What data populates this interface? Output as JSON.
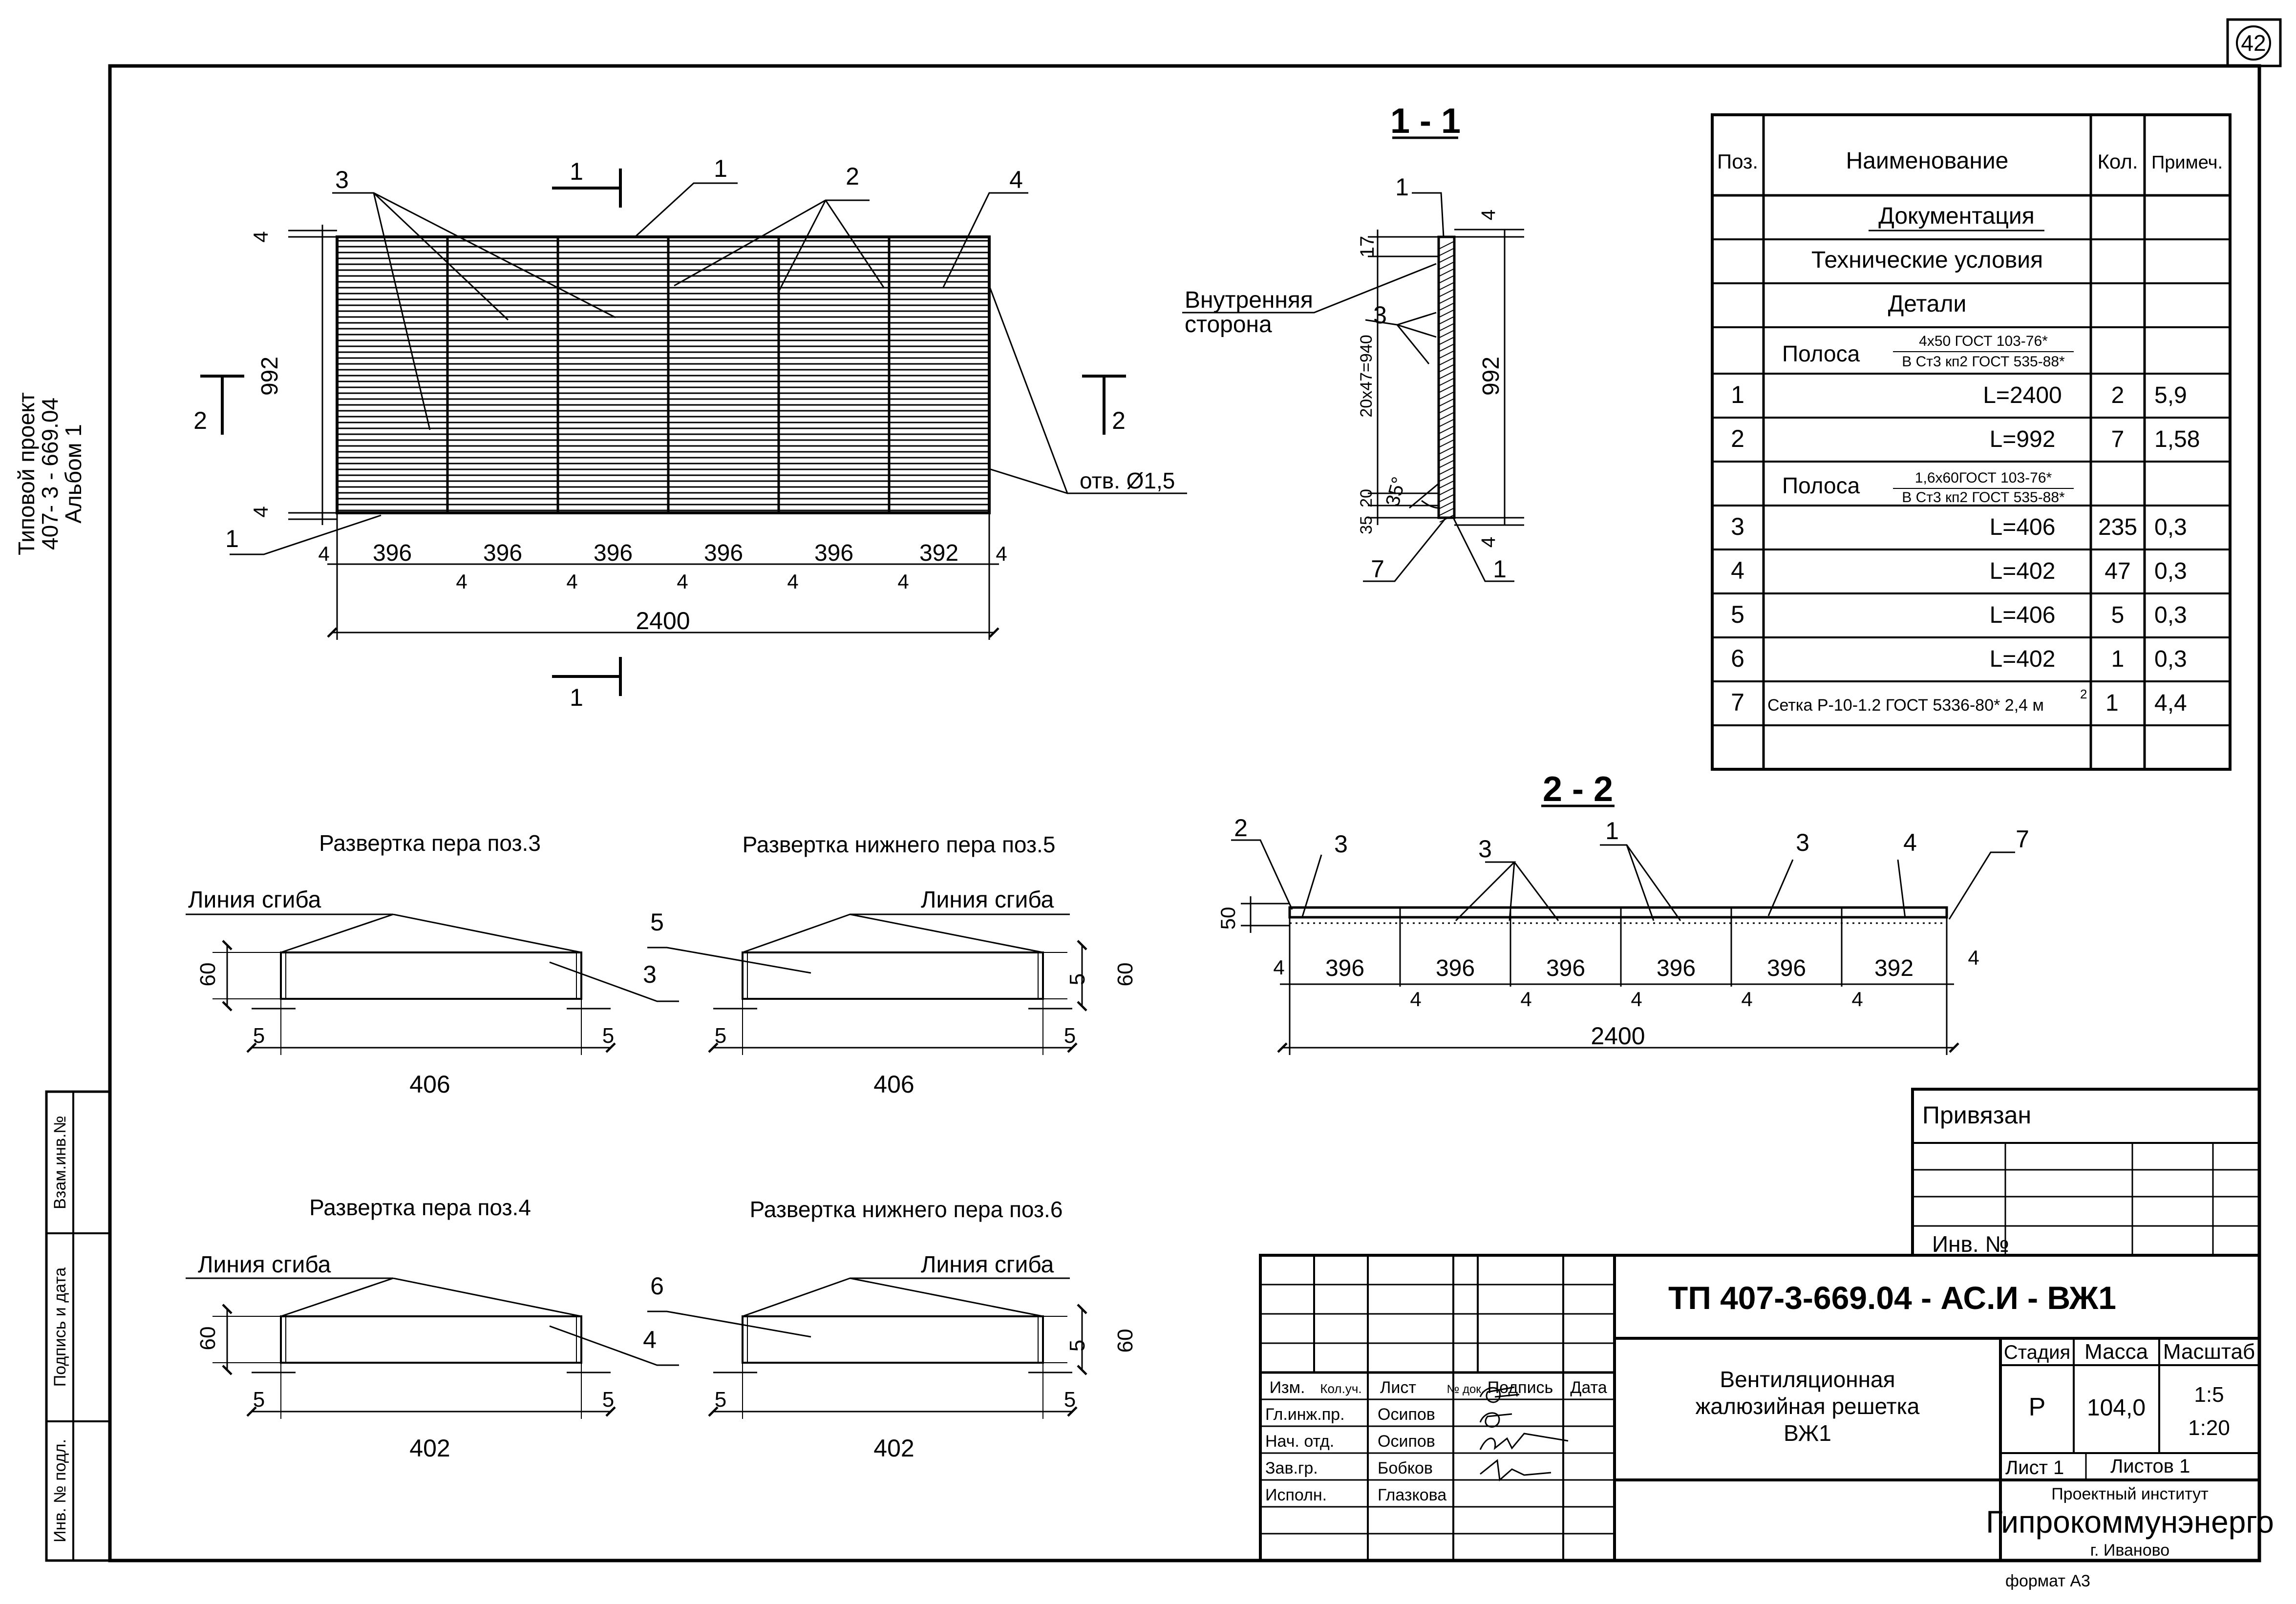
{
  "page_number": "42",
  "left_margin": {
    "project_lines": [
      "Типовой проект",
      "407- 3 - 669.04",
      "Альбом 1"
    ],
    "stamps": [
      "Взам.инв.№",
      "Подпись и дата",
      "Инв. № подл."
    ]
  },
  "plan": {
    "section_1_marks": [
      "1",
      "1"
    ],
    "section_2_marks": [
      "2",
      "2"
    ],
    "leaders": [
      "3",
      "1",
      "2",
      "4",
      "1"
    ],
    "height_dims": [
      "4",
      "992",
      "4"
    ],
    "bay_dims": [
      "396",
      "396",
      "396",
      "396",
      "396",
      "392"
    ],
    "gap_dims": [
      "4",
      "4",
      "4",
      "4",
      "4",
      "4",
      "4"
    ],
    "total_dim": "2400",
    "hole_label": "отв. Ø1,5"
  },
  "section_1_1": {
    "title": "1 - 1",
    "inner_side": [
      "Внутренняя",
      "сторона"
    ],
    "leaders": [
      "1",
      "3",
      "7",
      "1"
    ],
    "dims": [
      "17",
      "4",
      "20х47=940",
      "992",
      "35",
      "20",
      "4"
    ],
    "angle": "35°"
  },
  "section_2_2": {
    "title": "2 - 2",
    "leaders": [
      "2",
      "3",
      "3",
      "1",
      "3",
      "4",
      "7"
    ],
    "height_dim": "50",
    "bay_dims": [
      "396",
      "396",
      "396",
      "396",
      "396",
      "392"
    ],
    "end_dims": [
      "4",
      "4"
    ],
    "gap_dims": [
      "4",
      "4",
      "4",
      "4",
      "4"
    ],
    "total_dim": "2400"
  },
  "unfoldings": [
    {
      "title": "Развертка пера поз.3",
      "bend_line": "Линия сгиба",
      "pos": "3",
      "height": "60",
      "edge": "5",
      "edge2": "5",
      "width": "406"
    },
    {
      "title": "Развертка нижнего пера поз.5",
      "bend_line": "Линия сгиба",
      "pos": "5",
      "height": "60",
      "side": "5",
      "edge": "5",
      "edge2": "5",
      "width": "406"
    },
    {
      "title": "Развертка пера поз.4",
      "bend_line": "Линия сгиба",
      "pos": "4",
      "height": "60",
      "edge": "5",
      "edge2": "5",
      "width": "402"
    },
    {
      "title": "Развертка нижнего пера поз.6",
      "bend_line": "Линия сгиба",
      "pos": "6",
      "height": "60",
      "side": "5",
      "edge": "5",
      "edge2": "5",
      "width": "402"
    }
  ],
  "spec_table": {
    "headers": [
      "Поз.",
      "Наименование",
      "Кол.",
      "Примеч."
    ],
    "doc_section": "Документация",
    "tech_conditions": "Технические условия",
    "details": "Детали",
    "strip1": {
      "name": "Полоса",
      "top": "4х50 ГОСТ 103-76*",
      "bottom": "В Ст3 кп2 ГОСТ 535-88*"
    },
    "strip2": {
      "name": "Полоса",
      "top": "1,6х60ГОСТ 103-76*",
      "bottom": "В Ст3 кп2 ГОСТ 535-88*"
    },
    "rows": [
      {
        "pos": "1",
        "name": "L=2400",
        "qty": "2",
        "note": "5,9"
      },
      {
        "pos": "2",
        "name": "L=992",
        "qty": "7",
        "note": "1,58"
      },
      {
        "pos": "3",
        "name": "L=406",
        "qty": "235",
        "note": "0,3"
      },
      {
        "pos": "4",
        "name": "L=402",
        "qty": "47",
        "note": "0,3"
      },
      {
        "pos": "5",
        "name": "L=406",
        "qty": "5",
        "note": "0,3"
      },
      {
        "pos": "6",
        "name": "L=402",
        "qty": "1",
        "note": "0,3"
      },
      {
        "pos": "7",
        "name": "Сетка Р-10-1.2 ГОСТ 5336-80* 2,4 м",
        "sup": "2",
        "qty": "1",
        "note": "4,4"
      }
    ]
  },
  "bound_block": {
    "title": "Привязан",
    "inv": "Инв. №"
  },
  "title_block": {
    "code": "ТП   407-3-669.04 - АС.И - ВЖ1",
    "headers": [
      "Изм.",
      "Кол.уч.",
      "Лист",
      "№ док.",
      "Подпись",
      "Дата"
    ],
    "people": [
      {
        "role": "Гл.инж.пр.",
        "name": "Осипов"
      },
      {
        "role": "Нач. отд.",
        "name": "Осипов"
      },
      {
        "role": "Зав.гр.",
        "name": "Бобков"
      },
      {
        "role": "Исполн.",
        "name": "Глазкова"
      }
    ],
    "title_lines": [
      "Вентиляционная",
      "жалюзийная решетка",
      "ВЖ1"
    ],
    "stage_label": "Стадия",
    "mass_label": "Масса",
    "scale_label": "Масштаб",
    "stage": "Р",
    "mass": "104,0",
    "scales": [
      "1:5",
      "1:20"
    ],
    "sheet": "Лист 1",
    "sheets": "Листов 1",
    "institute_small": "Проектный институт",
    "institute": "Гипрокоммунэнерго",
    "city": "г. Иваново"
  },
  "format": "формат А3"
}
